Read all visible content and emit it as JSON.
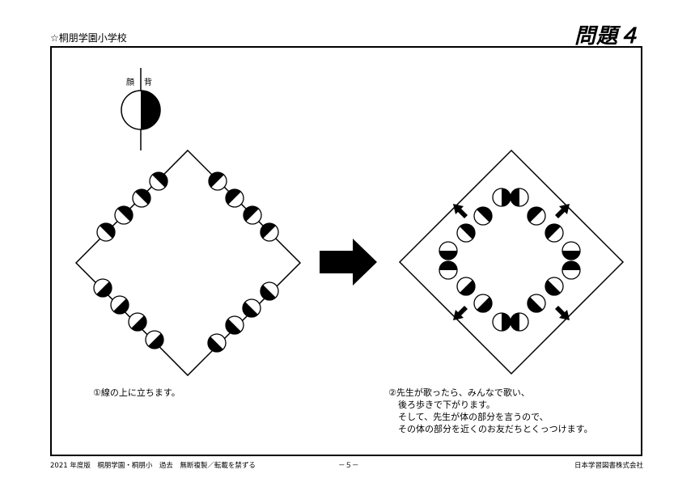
{
  "header": {
    "school": "☆桐朋学園小学校",
    "problem": "問題４"
  },
  "legend": {
    "face": "顔",
    "back": "背"
  },
  "captions": {
    "step1": "①線の上に立ちます。",
    "step2_lines": [
      "②先生が歌ったら、みんなで歌い、",
      "後ろ歩きで下がります。",
      "そして、先生が体の部分を言うので、",
      "その体の部分を近くのお友だちとくっつけます。"
    ]
  },
  "footer": {
    "left": "2021 年度版　桐朋学園・桐朋小　過去　無断複製／転載を禁ずる",
    "page": "－５－",
    "right": "日本学習図書株式会社"
  },
  "icons": {
    "person": "half-filled-circle-person-icon",
    "arrow": "right-arrow-icon",
    "inward": "inward-arrow-icon"
  }
}
